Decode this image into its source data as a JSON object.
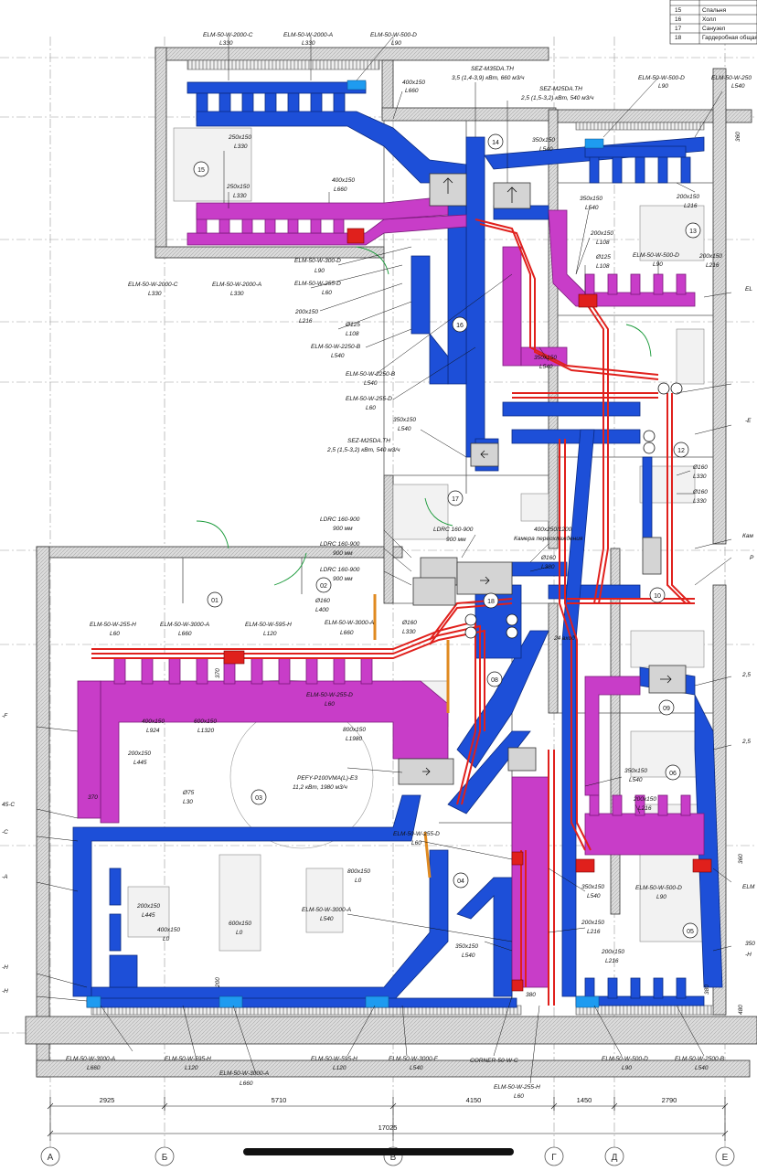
{
  "legend_table": [
    {
      "num": "15",
      "name": "Спальня"
    },
    {
      "num": "16",
      "name": "Холл"
    },
    {
      "num": "17",
      "name": "Санузел"
    },
    {
      "num": "18",
      "name": "Гардеробная общая"
    }
  ],
  "colors": {
    "supply_blue": "#1d4fd8",
    "exhaust_magenta": "#c83dc8",
    "refrigerant_red": "#e0201c",
    "wall_gray": "#d8d8d8",
    "line_dark": "#222222"
  },
  "rooms": [
    "15",
    "14",
    "13",
    "16",
    "12",
    "17",
    "01",
    "02",
    "18",
    "10",
    "08",
    "09",
    "03",
    "06",
    "04",
    "05"
  ],
  "duct_labels": [
    {
      "id": "t1",
      "line1": "ELM-50-W-2000-C",
      "line2": "L330"
    },
    {
      "id": "t2",
      "line1": "ELM-50-W-2000-A",
      "line2": "L330"
    },
    {
      "id": "t3",
      "line1": "ELM-50-W-500-D",
      "line2": "L90"
    },
    {
      "id": "t4",
      "line1": "400x150",
      "line2": "L660"
    },
    {
      "id": "t5",
      "line1": "SEZ-M35DA.TH",
      "line2": "3,5 (1,4-3,9) кВт, 660 м3/ч"
    },
    {
      "id": "t6",
      "line1": "SEZ-M25DA.TH",
      "line2": "2,5 (1,5-3,2) кВт, 540 м3/ч"
    },
    {
      "id": "t7",
      "line1": "ELM-50-W-500-D",
      "line2": "L90"
    },
    {
      "id": "t8",
      "line1": "ELM-50-W-250",
      "line2": "L540"
    },
    {
      "id": "t9",
      "line1": "250x150",
      "line2": "L330"
    },
    {
      "id": "t10",
      "line1": "350x150",
      "line2": "L540"
    },
    {
      "id": "t11",
      "line1": "250x150",
      "line2": "L330"
    },
    {
      "id": "t12",
      "line1": "400x150",
      "line2": "L660"
    },
    {
      "id": "t13",
      "line1": "350x150",
      "line2": "L540"
    },
    {
      "id": "t14",
      "line1": "200x150",
      "line2": "L216"
    },
    {
      "id": "t15",
      "line1": "200x150",
      "line2": "L108"
    },
    {
      "id": "t16",
      "line1": "Ø125",
      "line2": "L108"
    },
    {
      "id": "t17",
      "line1": "ELM-50-W-500-D",
      "line2": "L90"
    },
    {
      "id": "t18",
      "line1": "200x150",
      "line2": "L216"
    },
    {
      "id": "t19",
      "line1": "ELM-50-W-300-D",
      "line2": "L90"
    },
    {
      "id": "t20",
      "line1": "ELM-50-W-255-D",
      "line2": "L60"
    },
    {
      "id": "t21",
      "line1": "ELM-50-W-2000-C",
      "line2": "L330"
    },
    {
      "id": "t22",
      "line1": "ELM-50-W-2000-A",
      "line2": "L330"
    },
    {
      "id": "t23",
      "line1": "200x150",
      "line2": "L216"
    },
    {
      "id": "t24",
      "line1": "Ø125",
      "line2": "L108"
    },
    {
      "id": "t25",
      "line1": "ELM-50-W-2250-B",
      "line2": "L540"
    },
    {
      "id": "t26",
      "line1": "350x150",
      "line2": "L540"
    },
    {
      "id": "t27",
      "line1": "ELM-50-W-2250-B",
      "line2": "L540"
    },
    {
      "id": "t28",
      "line1": "ELM-50-W-255-D",
      "line2": "L60"
    },
    {
      "id": "t29",
      "line1": "350x150",
      "line2": "L540"
    },
    {
      "id": "t30",
      "line1": "SEZ-M25DA.TH",
      "line2": "2,5 (1,5-3,2) кВт, 540 м3/ч"
    },
    {
      "id": "t31",
      "line1": "Ø160",
      "line2": "L330"
    },
    {
      "id": "t32",
      "line1": "Ø160",
      "line2": "L330"
    },
    {
      "id": "t33",
      "line1": "LDRC 160-900",
      "line2": "900 мм"
    },
    {
      "id": "t34",
      "line1": "LDRC 160-900",
      "line2": "900 мм"
    },
    {
      "id": "t35",
      "line1": "LDRC 160-900",
      "line2": "900 мм"
    },
    {
      "id": "t36",
      "line1": "LDRC 160-900",
      "line2": "900 мм"
    },
    {
      "id": "t37",
      "line1": "400x250/1200",
      "line2": "Камера переохлаждения"
    },
    {
      "id": "t38",
      "line1": "Ø160",
      "line2": "L380"
    },
    {
      "id": "t39",
      "line1": "Ø160",
      "line2": "L400"
    },
    {
      "id": "t40",
      "line1": "Ø160",
      "line2": "L330"
    },
    {
      "id": "t41",
      "line1": "ELM-50-W-255-H",
      "line2": "L60"
    },
    {
      "id": "t42",
      "line1": "ELM-50-W-3000-A",
      "line2": "L660"
    },
    {
      "id": "t43",
      "line1": "ELM-50-W-595-H",
      "line2": "L120"
    },
    {
      "id": "t44",
      "line1": "ELM-50-W-3000-A",
      "line2": "L660"
    },
    {
      "id": "t45",
      "line1": "ELM-50-W-255-D",
      "line2": "L60"
    },
    {
      "id": "t46",
      "line1": "400x150",
      "line2": "L924"
    },
    {
      "id": "t47",
      "line1": "600x150",
      "line2": "L1320"
    },
    {
      "id": "t48",
      "line1": "800x150",
      "line2": "L1980"
    },
    {
      "id": "t49",
      "line1": "200x150",
      "line2": "L445"
    },
    {
      "id": "t50",
      "line1": "PEFY-P100VMA(L)-E3",
      "line2": "11,2 кВт, 1980 м3/ч"
    },
    {
      "id": "t51",
      "line1": "Ø75",
      "line2": "L30"
    },
    {
      "id": "t52",
      "line1": "350x150",
      "line2": "L540"
    },
    {
      "id": "t53",
      "line1": "200x150",
      "line2": "L216"
    },
    {
      "id": "t54",
      "line1": "ELM-50-W-255-D",
      "line2": "L60"
    },
    {
      "id": "t55",
      "line1": "800x150",
      "line2": "L0"
    },
    {
      "id": "t56",
      "line1": "ELM-50-W-3000-A",
      "line2": "L540"
    },
    {
      "id": "t57",
      "line1": "200x150",
      "line2": "L445"
    },
    {
      "id": "t58",
      "line1": "400x150",
      "line2": "L0"
    },
    {
      "id": "t59",
      "line1": "600x150",
      "line2": "L0"
    },
    {
      "id": "t60",
      "line1": "350x150",
      "line2": "L540"
    },
    {
      "id": "t61",
      "line1": "200x150",
      "line2": "L216"
    },
    {
      "id": "t62",
      "line1": "350x150",
      "line2": "L540"
    },
    {
      "id": "t63",
      "line1": "200x150",
      "line2": "L216"
    },
    {
      "id": "t64",
      "line1": "ELM-50-W-500-D",
      "line2": "L90"
    },
    {
      "id": "t65",
      "line1": "ELM-50-W-3000-A",
      "line2": "L660"
    },
    {
      "id": "t66",
      "line1": "ELM-50-W-595-H",
      "line2": "L120"
    },
    {
      "id": "t67",
      "line1": "ELM-50-W-3000-A",
      "line2": "L660"
    },
    {
      "id": "t68",
      "line1": "ELM-50-W-595-H",
      "line2": "L120"
    },
    {
      "id": "t69",
      "line1": "ELM-50-W-3000-F",
      "line2": "L540"
    },
    {
      "id": "t70",
      "line1": "CORNER-50-W-C",
      "line2": ""
    },
    {
      "id": "t71",
      "line1": "ELM-50-W-255-H",
      "line2": "L60"
    },
    {
      "id": "t72",
      "line1": "ELM-50-W-500-D",
      "line2": "L90"
    },
    {
      "id": "t73",
      "line1": "ELM-50-W-2500-B",
      "line2": "L540"
    }
  ],
  "small_marks": [
    "370",
    "370",
    "380",
    "200",
    "360",
    "480",
    "360",
    "380",
    "24 вход"
  ],
  "edge_fragments": [
    "-F",
    "45-C",
    "-C",
    "-A",
    "-H",
    "-H",
    "2,5",
    "2,5",
    "EL",
    "-E",
    "ELM",
    "350",
    "-H",
    "Кам",
    "P"
  ],
  "dimensions": [
    "2925",
    "5710",
    "4150",
    "1450",
    "2790"
  ],
  "total_dimension": "17025",
  "axes": [
    "А",
    "Б",
    "В",
    "Г",
    "Д",
    "Е"
  ]
}
